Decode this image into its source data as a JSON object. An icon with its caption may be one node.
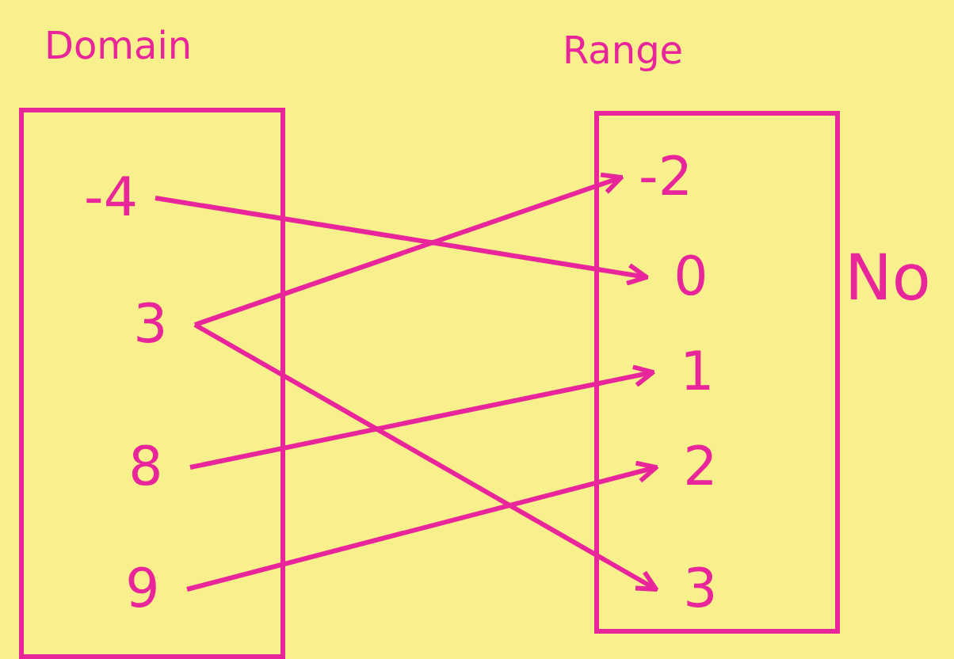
{
  "diagram": {
    "nodes": [
      {
        "text": [
          "Domain"
        ]
      },
      {
        "text": [
          "-4"
        ],
        "in": 0
      },
      {
        "text": [
          "3"
        ],
        "in": 0
      },
      {
        "text": [
          "8"
        ],
        "in": 0
      },
      {
        "text": [
          "9"
        ],
        "in": 0
      },
      {
        "text": [
          "Range"
        ],
        "beside": [
          "No"
        ]
      },
      {
        "text": [
          "-2"
        ],
        "in": 5
      },
      {
        "text": [
          "0"
        ],
        "in": 5
      },
      {
        "text": [
          "1"
        ],
        "in": 5
      },
      {
        "text": [
          "2"
        ],
        "in": 5
      },
      {
        "text": [
          "3"
        ],
        "in": 5
      }
    ],
    "edges": [
      {
        "from": 1,
        "to": 7,
        "arrow": "to"
      },
      {
        "from": 2,
        "to": 6,
        "arrow": "to"
      },
      {
        "from": 2,
        "to": 10,
        "arrow": "to"
      },
      {
        "from": 3,
        "to": 8,
        "arrow": "to"
      },
      {
        "from": 4,
        "to": 9,
        "arrow": "to"
      }
    ]
  }
}
